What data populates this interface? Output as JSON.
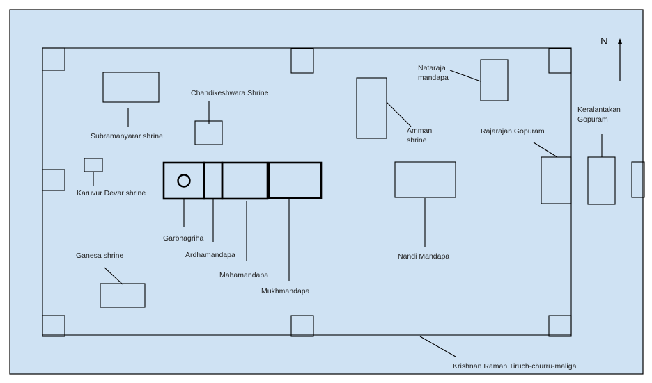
{
  "colors": {
    "background": "#cfe2f3",
    "stroke": "#000000",
    "page": "#ffffff"
  },
  "north_label": "N",
  "labels": {
    "subramanyarar": "Subramanyarar shrine",
    "chandikeshwara": "Chandikeshwara Shrine",
    "karuvur": "Karuvur Devar shrine",
    "garbhagriha": "Garbhagriha",
    "ardhamandapa": "Ardhamandapa",
    "mahamandapa": "Mahamandapa",
    "mukhmandapa": "Mukhmandapa",
    "ganesa": "Ganesa shrine",
    "nataraja_1": "Nataraja",
    "nataraja_2": "mandapa",
    "amman_1": "Amman",
    "amman_2": "shrine",
    "rajarajan": "Rajarajan Gopuram",
    "keralantakan_1": "Keralantakan",
    "keralantakan_2": "Gopuram",
    "nandi": "Nandi Mandapa",
    "krishnan": "Krishnan Raman Tiruch-churru-maligai"
  }
}
